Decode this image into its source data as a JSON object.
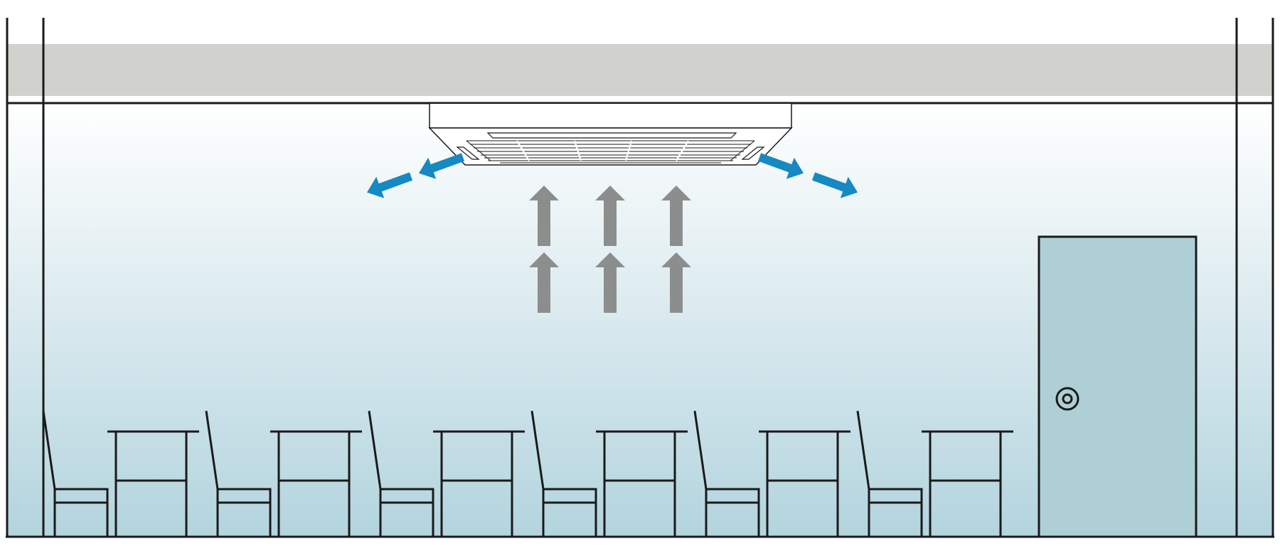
{
  "diagram": {
    "subject": "ceiling-cassette-air-conditioner-room-section",
    "has_text": false
  },
  "colors": {
    "background": "#ffffff",
    "ceiling_panel": "#d1d2cd",
    "room_top": "#ffffff",
    "room_bottom": "#b3d4de",
    "door_fill": "#aecfd6",
    "line": "#1a1a1a",
    "outlet_arrow": "#1689c2",
    "return_arrow": "#8c8e8d"
  },
  "airflow": {
    "outlet_direction": "outward-and-down",
    "return_direction": "up",
    "return_arrow_grid": "3x2"
  },
  "furniture": {
    "chair_desk_pairs": 6
  },
  "icons": [
    "ac-unit-icon",
    "outlet-arrow-icon",
    "return-arrow-icon",
    "door-icon",
    "door-knob-icon",
    "chair-icon",
    "desk-icon"
  ]
}
